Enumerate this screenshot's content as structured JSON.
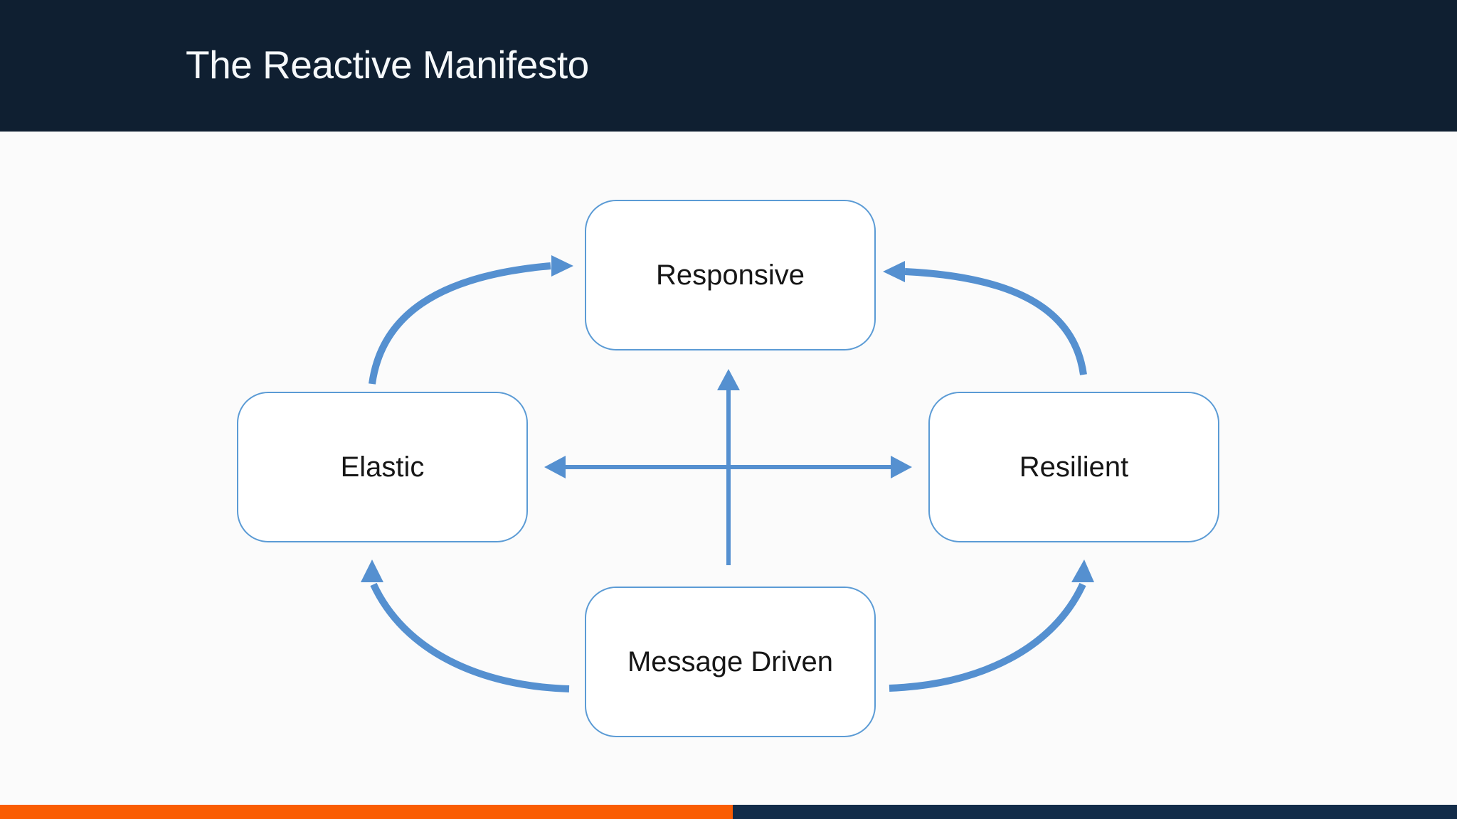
{
  "slide": {
    "title": "The Reactive Manifesto",
    "nodes": [
      {
        "id": "responsive",
        "label": "Responsive"
      },
      {
        "id": "elastic",
        "label": "Elastic"
      },
      {
        "id": "resilient",
        "label": "Resilient"
      },
      {
        "id": "message-driven",
        "label": "Message Driven"
      }
    ],
    "arrows": [
      {
        "id": "elastic-to-responsive",
        "from": "Elastic",
        "to": "Responsive"
      },
      {
        "id": "resilient-to-responsive",
        "from": "Resilient",
        "to": "Responsive"
      },
      {
        "id": "message-to-elastic",
        "from": "Message Driven",
        "to": "Elastic"
      },
      {
        "id": "message-to-resilient",
        "from": "Message Driven",
        "to": "Resilient"
      },
      {
        "id": "center-cross-horizontal",
        "from": "center",
        "to": "Elastic / Resilient"
      },
      {
        "id": "center-cross-vertical",
        "from": "Message Driven",
        "to": "Responsive"
      }
    ],
    "colors": {
      "header_bg": "#0f1f31",
      "title_text": "#f5f8fa",
      "body_bg": "#fbfbfb",
      "node_border": "#5b9bd5",
      "node_fill": "#ffffff",
      "node_text": "#161616",
      "arrow": "#5590d0",
      "footer_orange": "#fa5d03",
      "footer_navy": "#122c49"
    }
  }
}
